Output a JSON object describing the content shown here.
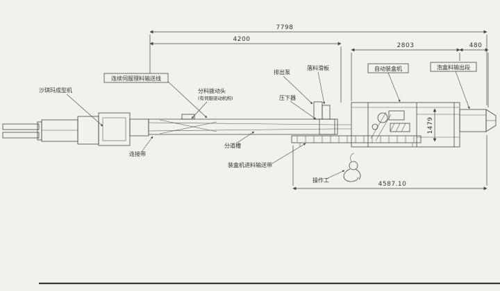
{
  "drawing": {
    "colors": {
      "paper": "#f2f1ed",
      "ink": "#45443f"
    },
    "dimensions": {
      "overall_length": "7798",
      "conveyor_length": "4200",
      "cartoner_length": "2803",
      "output_length": "480",
      "machine_height": "1479",
      "floor_length": "4587.10"
    },
    "labels": {
      "forming_machine": "沙琪玛成型机",
      "servo_conveyor": "连续伺服理料输送线",
      "divider_head": "分料拨动头",
      "divider_head_note": "(有伺服驱动机构)",
      "discharge_pump": "排出泵",
      "drop_slide": "落料滑板",
      "press_unit": "压下器",
      "cartoner": "自动装盒机",
      "output_section": "泡盒料输出段",
      "connecting_belt": "连接带",
      "dividing_channel": "分道槽",
      "infeed_belt": "装盒机进料输送带",
      "operator": "操作工"
    }
  }
}
